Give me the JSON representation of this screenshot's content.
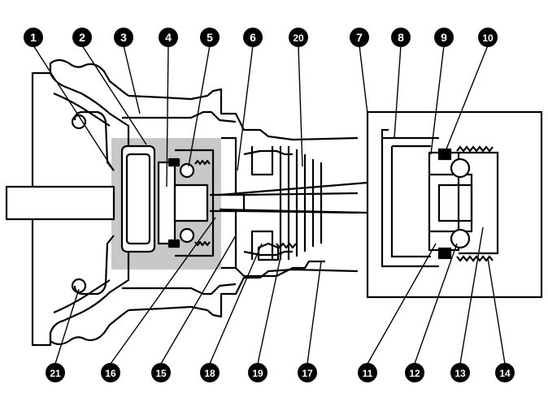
{
  "callouts": {
    "c1": "1",
    "c2": "2",
    "c3": "3",
    "c4": "4",
    "c5": "5",
    "c6": "6",
    "c20": "20",
    "c7": "7",
    "c8": "8",
    "c9": "9",
    "c10": "10",
    "c21": "21",
    "c16": "16",
    "c15": "15",
    "c18": "18",
    "c19": "19",
    "c17": "17",
    "c11": "11",
    "c12": "12",
    "c13": "13",
    "c14": "14"
  },
  "colors": {
    "line": "#000000",
    "highlight": "#c8c8c8",
    "background": "#ffffff"
  }
}
